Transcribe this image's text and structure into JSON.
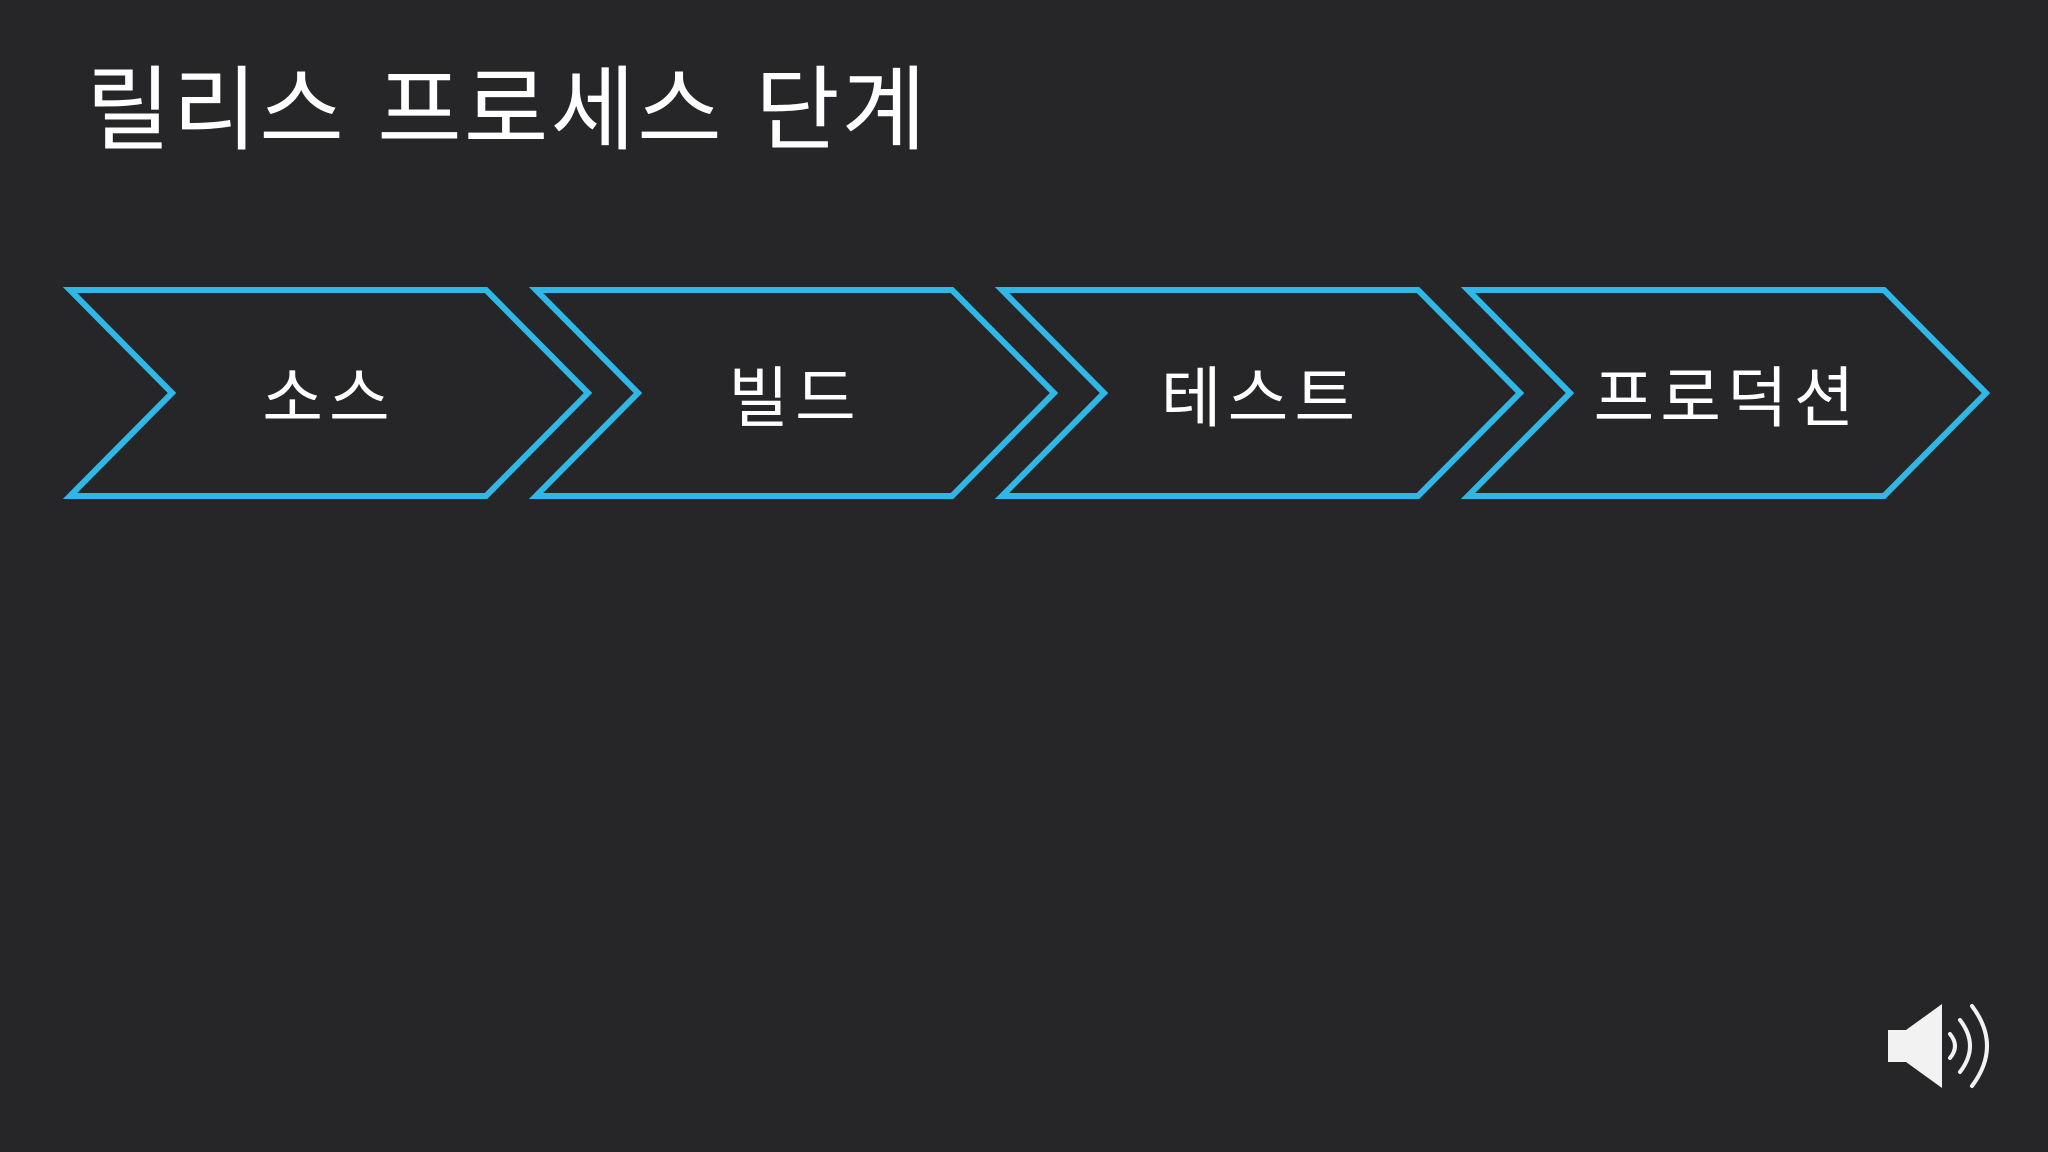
{
  "slide": {
    "title": "릴리스 프로세스 단계"
  },
  "process": {
    "stages": [
      {
        "label": "소스"
      },
      {
        "label": "빌드"
      },
      {
        "label": "테스트"
      },
      {
        "label": "프로덕션"
      }
    ]
  },
  "colors": {
    "background": "#262628",
    "accent": "#2fb7e6",
    "text": "#ffffff"
  },
  "audio": {
    "icon": "speaker-volume-icon"
  }
}
